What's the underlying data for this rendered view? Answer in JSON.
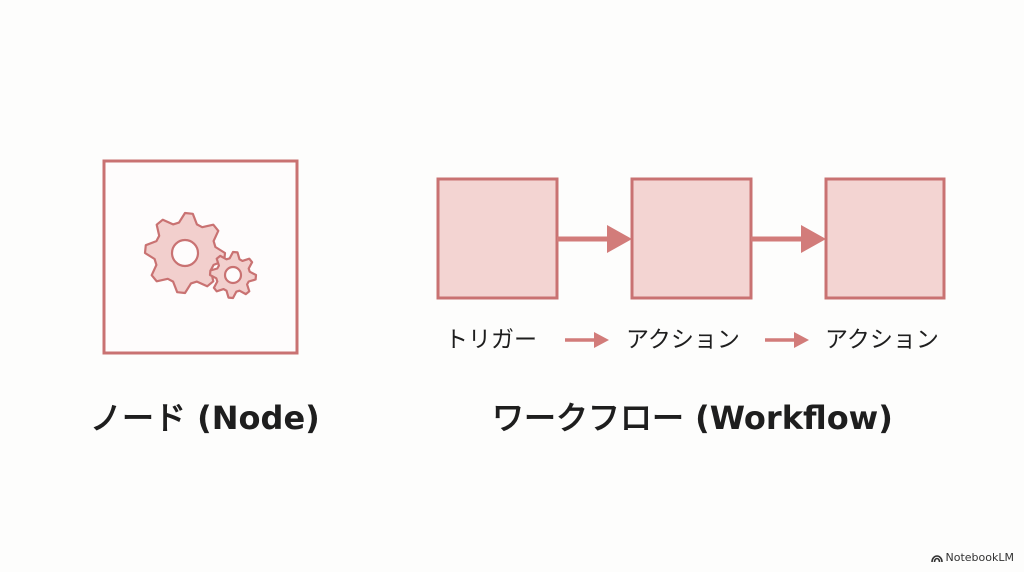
{
  "node": {
    "title": "ノード (Node)",
    "icon": "gears-icon"
  },
  "workflow": {
    "title": "ワークフロー (Workflow)",
    "steps": [
      {
        "label": "トリガー"
      },
      {
        "label": "アクション"
      },
      {
        "label": "アクション"
      }
    ]
  },
  "watermark": "NotebookLM",
  "colors": {
    "stroke": "#c97272",
    "fill": "#f3d4d2",
    "gear_fill": "#f2cfcd",
    "text": "#1e1e1e"
  }
}
